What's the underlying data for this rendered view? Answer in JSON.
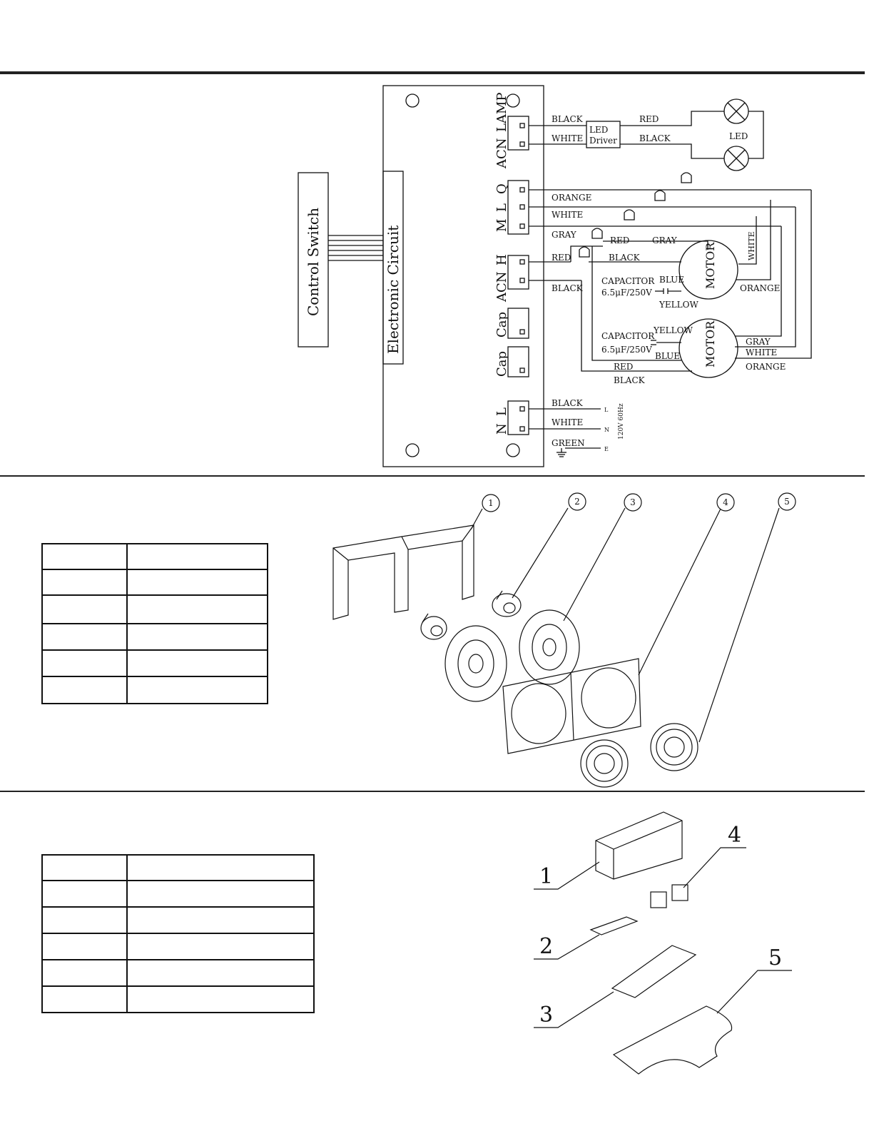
{
  "colors": {
    "ink": "#111111",
    "rule": "#222222"
  },
  "wiring": {
    "control_switch": "Control Switch",
    "electronic_circuit": "Electronic Circuit",
    "connectors": {
      "lamp": "LAMP",
      "acn1": "ACN",
      "q": "Q",
      "l": "L",
      "m": "M",
      "h": "H",
      "acn2": "ACN",
      "cap1": "Cap",
      "cap2": "Cap",
      "n_l_l": "L",
      "n_l_n": "N"
    },
    "wires": {
      "black1": "BLACK",
      "white1": "WHITE",
      "led_driver_1": "LED",
      "led_driver_2": "Driver",
      "red_out": "RED",
      "black_out": "BLACK",
      "led": "LED",
      "orange": "ORANGE",
      "white2": "WHITE",
      "gray": "GRAY",
      "red2": "RED",
      "gray2": "GRAY",
      "red3": "RED",
      "black2": "BLACK",
      "black3": "BLACK",
      "cap_top_1": "CAPACITOR",
      "cap_top_2": "6.5μF/250V",
      "blue1": "BLUE",
      "yellow1": "YELLOW",
      "motor1": "MOTOR",
      "white_vert": "WHITE",
      "orange2": "ORANGE",
      "cap_bot_1": "CAPACITOR",
      "cap_bot_2": "6.5μF/250V",
      "yellow2": "YELLOW",
      "blue2": "BLUE",
      "motor2": "MOTOR",
      "gray3": "GRAY",
      "white3": "WHITE",
      "orange3": "ORANGE",
      "red4": "RED",
      "black4": "BLACK",
      "black5": "BLACK",
      "white5": "WHITE",
      "green": "GREEN",
      "term_l": "L",
      "term_n": "N",
      "term_e": "E",
      "supply": "120V 60Hz"
    }
  },
  "parts1": {
    "callouts": [
      "1",
      "2",
      "3",
      "4",
      "5"
    ]
  },
  "parts2": {
    "callouts": [
      "1",
      "2",
      "3",
      "4",
      "5"
    ]
  }
}
